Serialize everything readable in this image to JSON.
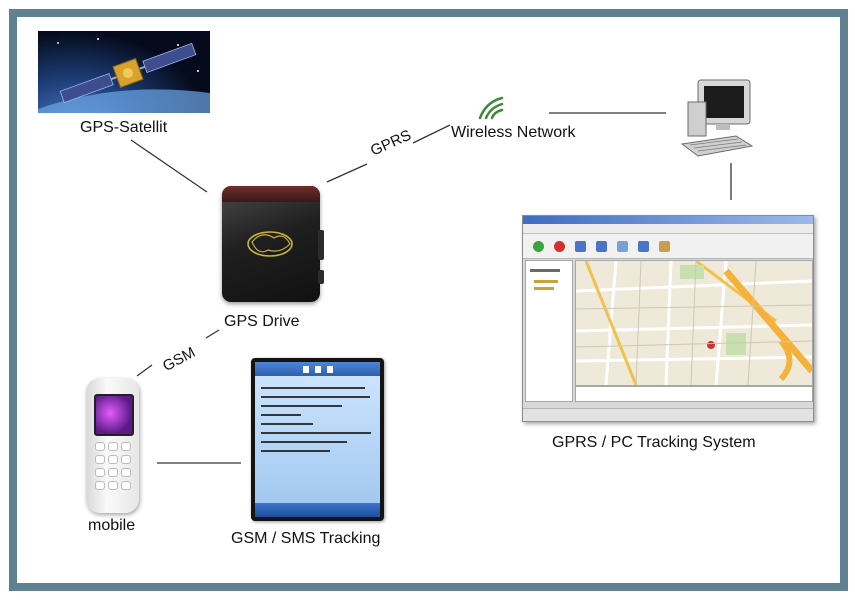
{
  "nodes": {
    "satellite": {
      "label": "GPS-Satellit",
      "icon": "satellite-icon"
    },
    "device": {
      "label": "GPS Drive",
      "icon": "gps-tracker-icon"
    },
    "wireless": {
      "label": "Wireless Network",
      "icon": "wifi-signal-icon"
    },
    "pc": {
      "icon": "desktop-computer-icon"
    },
    "tracking_system": {
      "label": "GPRS / PC Tracking System",
      "icon": "tracking-software-screenshot"
    },
    "mobile": {
      "label": "mobile",
      "icon": "mobile-phone-icon"
    },
    "sms_tracking": {
      "label": "GSM / SMS Tracking",
      "icon": "sms-screen-icon"
    }
  },
  "connections": [
    {
      "from": "satellite",
      "to": "device",
      "label": ""
    },
    {
      "from": "device",
      "to": "wireless",
      "label": "GPRS"
    },
    {
      "from": "wireless",
      "to": "pc",
      "label": ""
    },
    {
      "from": "pc",
      "to": "tracking_system",
      "label": ""
    },
    {
      "from": "device",
      "to": "mobile",
      "label": "GSM"
    },
    {
      "from": "mobile",
      "to": "sms_tracking",
      "label": ""
    }
  ],
  "edge_labels": {
    "gprs": "GPRS",
    "gsm": "GSM"
  },
  "colors": {
    "frame": "#5f8191",
    "wifi": "#3f8a3a",
    "accent_blue": "#2c5fb0"
  }
}
